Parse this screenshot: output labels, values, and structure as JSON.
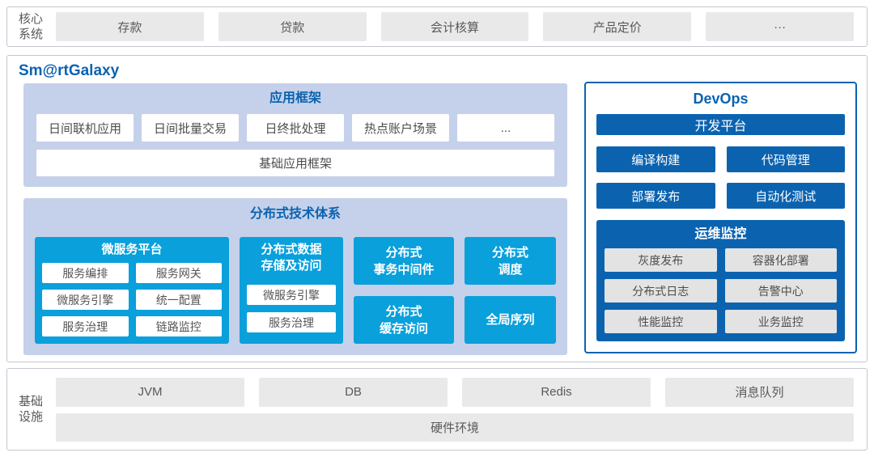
{
  "colors": {
    "accent_blue": "#0b63b0",
    "cyan": "#09a0db",
    "lavender": "#c5d1ea",
    "gray_box": "#e9e9e9",
    "monitor_gray": "#e3e3e3",
    "text_gray": "#595959",
    "border_gray": "#c3c7cf"
  },
  "core_systems": {
    "label": "核心\n系统",
    "items": [
      "存款",
      "贷款",
      "会计核算",
      "产品定价",
      "···"
    ]
  },
  "platform": {
    "title": "Sm@rtGalaxy",
    "app_framework": {
      "title": "应用框架",
      "apps": [
        "日间联机应用",
        "日间批量交易",
        "日终批处理",
        "热点账户场景",
        "..."
      ],
      "base": "基础应用框架"
    },
    "distributed": {
      "title": "分布式技术体系",
      "microservice_platform": {
        "title": "微服务平台",
        "items": [
          "服务编排",
          "服务网关",
          "微服务引擎",
          "统一配置",
          "服务治理",
          "链路监控"
        ]
      },
      "data_storage": {
        "title": "分布式数据\n存储及访问",
        "items": [
          "微服务引擎",
          "服务治理"
        ]
      },
      "transaction_middleware": "分布式\n事务中间件",
      "cache_access": "分布式\n缓存访问",
      "scheduling": "分布式\n调度",
      "global_sequence": "全局序列"
    },
    "devops": {
      "title": "DevOps",
      "dev_platform": "开发平台",
      "tools": [
        "编译构建",
        "代码管理",
        "部署发布",
        "自动化测试"
      ],
      "monitoring": {
        "title": "运维监控",
        "items": [
          "灰度发布",
          "容器化部署",
          "分布式日志",
          "告警中心",
          "性能监控",
          "业务监控"
        ]
      }
    }
  },
  "infrastructure": {
    "label": "基础\n设施",
    "items": [
      "JVM",
      "DB",
      "Redis",
      "消息队列"
    ],
    "hardware": "硬件环境"
  }
}
